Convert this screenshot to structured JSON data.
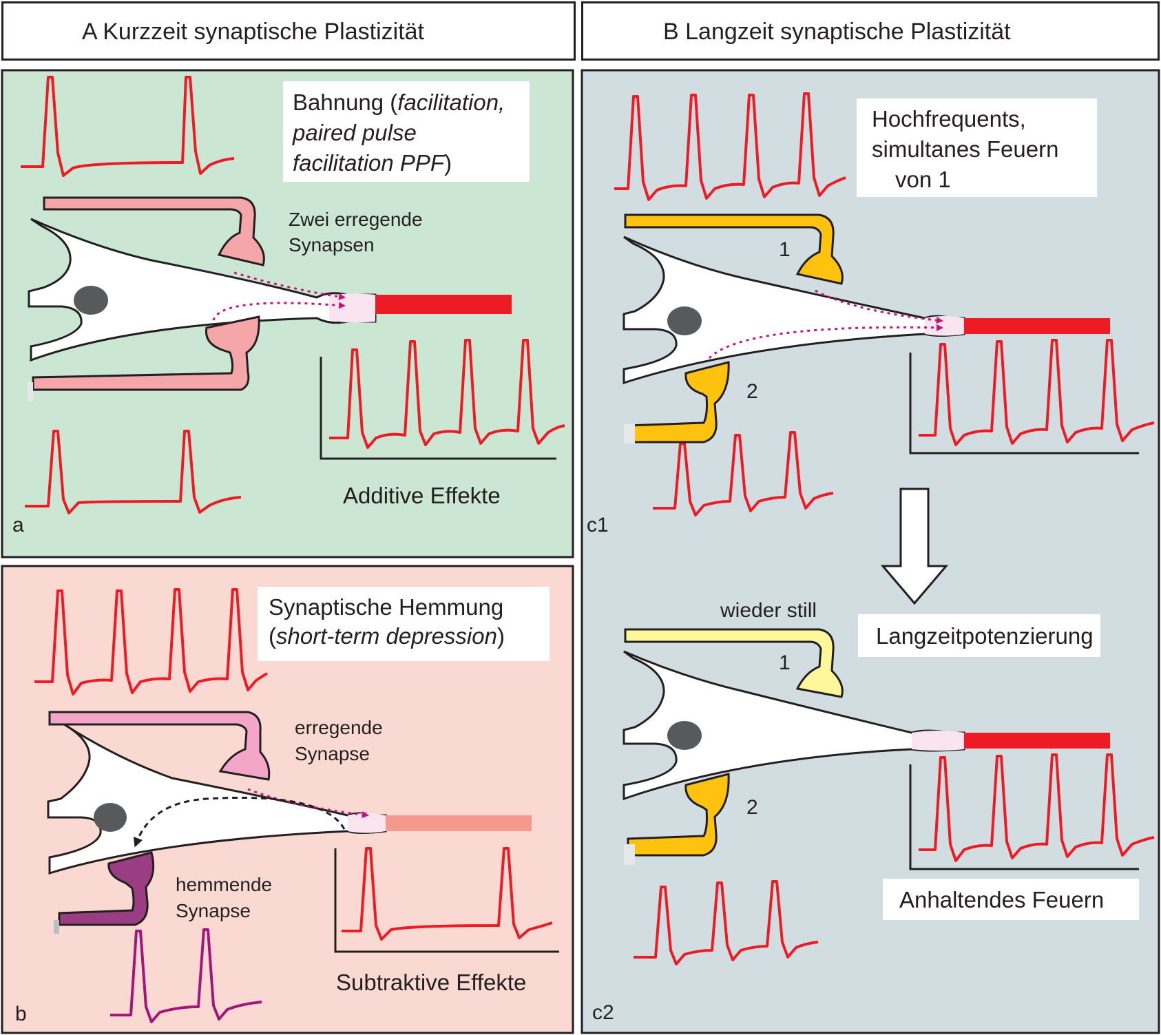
{
  "headers": {
    "short_term": "A Kurzzeit synaptische Plastizität",
    "long_term": "B Langzeit synaptische Plastizität"
  },
  "panel_a": {
    "letter": "a",
    "title_line1_pre": "Bahnung (",
    "title_line1_italic": "facilitation,",
    "title_line2_italic": "paired pulse",
    "title_line3_italic": "facilitation PPF",
    "title_line3_post": ")",
    "synapse_label_line1": "Zwei erregende",
    "synapse_label_line2": "Synapsen",
    "effect": "Additive Effekte"
  },
  "panel_b": {
    "letter": "b",
    "title_line1": "Synaptische Hemmung",
    "title_line2_pre": "(",
    "title_line2_italic": "short-term depression",
    "title_line2_post": ")",
    "excitatory_line1": "erregende",
    "excitatory_line2": "Synapse",
    "inhibitory_line1": "hemmende",
    "inhibitory_line2": "Synapse",
    "effect": "Subtraktive Effekte"
  },
  "panel_c1": {
    "letter": "c1",
    "title_line1": "Hochfrequents,",
    "title_line2": "simultanes Feuern",
    "title_line3": "von 1",
    "synapse1": "1",
    "synapse2": "2"
  },
  "panel_c2": {
    "letter": "c2",
    "still": "wieder still",
    "ltp": "Langzeitpotenzierung",
    "synapse1": "1",
    "synapse2": "2",
    "effect": "Anhaltendes Feuern"
  },
  "colors": {
    "panel_a_bg": "#cce6d4",
    "panel_b_bg": "#f9d9d2",
    "panel_c_bg": "#d2dde1",
    "spike": "#ed1c24",
    "inhibitory_spike": "#a3157a",
    "pink_synapse": "#f4a6a8",
    "yellow_synapse": "#ffc20e",
    "pale_yellow_synapse": "#fff799",
    "inhibitory_synapse": "#9b3d82",
    "axon_red": "#ed1c24",
    "axon_salmon": "#f4998c",
    "arrow_magenta": "#c4137a"
  }
}
